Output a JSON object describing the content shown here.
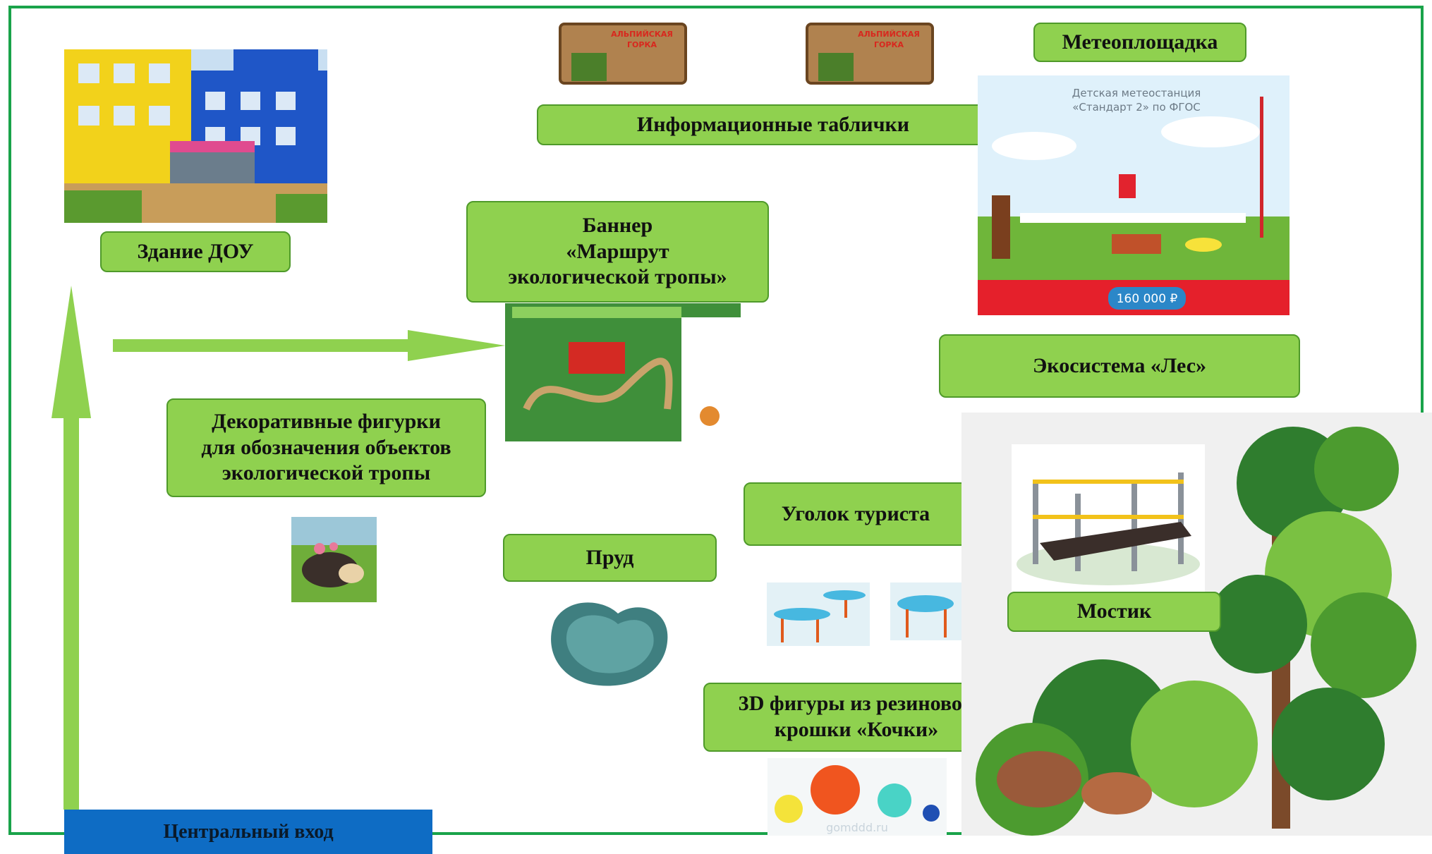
{
  "labels": {
    "building": "Здание ДОУ",
    "banner": "Баннер\n«Маршрут\nэкологической тропы»",
    "figurines": "Декоративные фигурки\nдля обозначения объектов\nэкологической тропы",
    "info_signs": "Информационные таблички",
    "meteo": "Метеоплощадка",
    "ecosystem": "Экосистема «Лес»",
    "tourist": "Уголок туриста",
    "pond": "Пруд",
    "bridge": "Мостик",
    "bumps": "3D фигуры из резиновой\nкрошки  «Кочки»",
    "entrance": "Центральный вход"
  },
  "sign_text": [
    "АЛЬПИЙСКАЯ",
    "ГОРКА"
  ],
  "meteo_image": {
    "title_line1": "Детская метеостанция",
    "title_line2": "«Стандарт 2» по ФГОС",
    "price": "160 000 ₽"
  },
  "bumps_watermark": "gomddd.ru",
  "colors": {
    "label_fill": "#8fd14f",
    "label_border": "#4f9a2a",
    "arrow": "#8fd14f",
    "frame": "#1aa34a",
    "entrance": "#0e6cc4"
  }
}
